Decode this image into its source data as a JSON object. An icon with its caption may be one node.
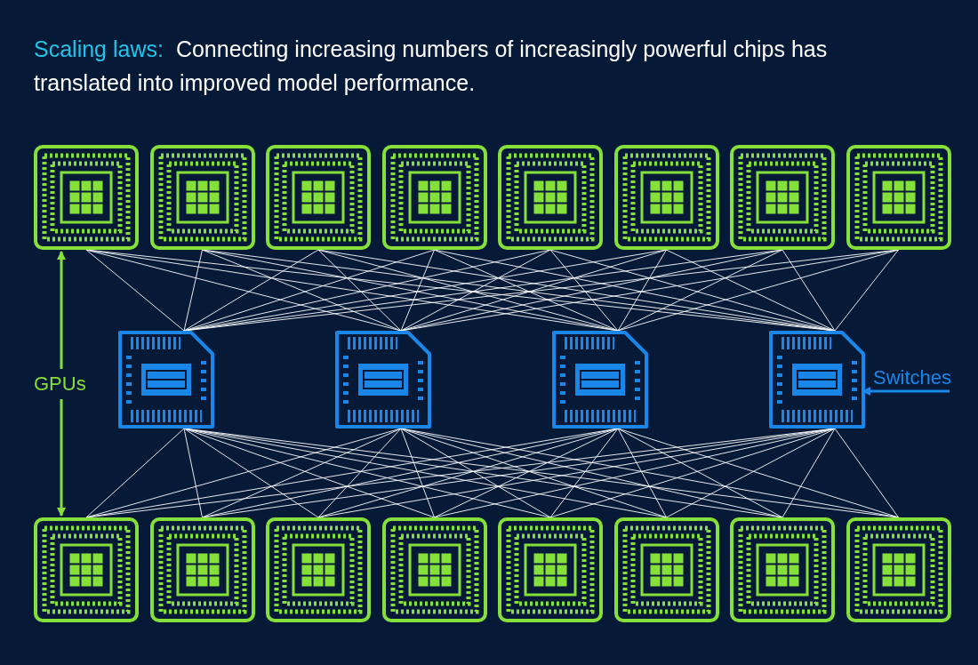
{
  "diagram": {
    "title": "Scaling laws:",
    "caption": "Connecting increasing numbers of increasingly powerful chips has translated into improved model performance.",
    "nodes": [
      {
        "text": [],
        "shape": "chip"
      },
      {
        "text": [],
        "shape": "chip"
      },
      {
        "text": [],
        "shape": "chip"
      },
      {
        "text": [],
        "shape": "chip"
      },
      {
        "text": [],
        "shape": "chip"
      },
      {
        "text": [],
        "shape": "chip"
      },
      {
        "text": [],
        "shape": "chip"
      },
      {
        "text": [],
        "shape": "chip"
      },
      {
        "text": [
          "GPUs"
        ]
      },
      {
        "text": [],
        "shape": "chip"
      },
      {
        "text": [],
        "shape": "chip"
      },
      {
        "text": [],
        "shape": "chip"
      },
      {
        "text": [],
        "shape": "chip"
      },
      {
        "text": [
          "Switches"
        ]
      },
      {
        "text": [],
        "shape": "chip"
      },
      {
        "text": [],
        "shape": "chip"
      },
      {
        "text": [],
        "shape": "chip"
      },
      {
        "text": [],
        "shape": "chip"
      },
      {
        "text": [],
        "shape": "chip"
      },
      {
        "text": [],
        "shape": "chip"
      },
      {
        "text": [],
        "shape": "chip"
      },
      {
        "text": [],
        "shape": "chip"
      }
    ],
    "edges": [
      {
        "from": 8,
        "to": 0,
        "arrow": "to",
        "style": "thick",
        "color": "#86e03a"
      },
      {
        "from": 8,
        "to": 14,
        "arrow": "to",
        "style": "thick",
        "color": "#86e03a"
      },
      {
        "from": 13,
        "to": 12,
        "arrow": "to",
        "style": "thick",
        "color": "#1a86e8"
      },
      {
        "from": 0,
        "to": 9,
        "arrow": "none"
      },
      {
        "from": 0,
        "to": 10,
        "arrow": "none"
      },
      {
        "from": 0,
        "to": 11,
        "arrow": "none"
      },
      {
        "from": 0,
        "to": 12,
        "arrow": "none"
      },
      {
        "from": 1,
        "to": 9,
        "arrow": "none"
      },
      {
        "from": 1,
        "to": 10,
        "arrow": "none"
      },
      {
        "from": 1,
        "to": 11,
        "arrow": "none"
      },
      {
        "from": 1,
        "to": 12,
        "arrow": "none"
      },
      {
        "from": 2,
        "to": 9,
        "arrow": "none"
      },
      {
        "from": 2,
        "to": 10,
        "arrow": "none"
      },
      {
        "from": 2,
        "to": 11,
        "arrow": "none"
      },
      {
        "from": 2,
        "to": 12,
        "arrow": "none"
      },
      {
        "from": 3,
        "to": 9,
        "arrow": "none"
      },
      {
        "from": 3,
        "to": 10,
        "arrow": "none"
      },
      {
        "from": 3,
        "to": 11,
        "arrow": "none"
      },
      {
        "from": 3,
        "to": 12,
        "arrow": "none"
      },
      {
        "from": 4,
        "to": 9,
        "arrow": "none"
      },
      {
        "from": 4,
        "to": 10,
        "arrow": "none"
      },
      {
        "from": 4,
        "to": 11,
        "arrow": "none"
      },
      {
        "from": 4,
        "to": 12,
        "arrow": "none"
      },
      {
        "from": 5,
        "to": 9,
        "arrow": "none"
      },
      {
        "from": 5,
        "to": 10,
        "arrow": "none"
      },
      {
        "from": 5,
        "to": 11,
        "arrow": "none"
      },
      {
        "from": 5,
        "to": 12,
        "arrow": "none"
      },
      {
        "from": 6,
        "to": 9,
        "arrow": "none"
      },
      {
        "from": 6,
        "to": 10,
        "arrow": "none"
      },
      {
        "from": 6,
        "to": 11,
        "arrow": "none"
      },
      {
        "from": 6,
        "to": 12,
        "arrow": "none"
      },
      {
        "from": 7,
        "to": 9,
        "arrow": "none"
      },
      {
        "from": 7,
        "to": 10,
        "arrow": "none"
      },
      {
        "from": 7,
        "to": 11,
        "arrow": "none"
      },
      {
        "from": 7,
        "to": 12,
        "arrow": "none"
      },
      {
        "from": 9,
        "to": 14,
        "arrow": "none"
      },
      {
        "from": 9,
        "to": 15,
        "arrow": "none"
      },
      {
        "from": 9,
        "to": 16,
        "arrow": "none"
      },
      {
        "from": 9,
        "to": 17,
        "arrow": "none"
      },
      {
        "from": 9,
        "to": 18,
        "arrow": "none"
      },
      {
        "from": 9,
        "to": 19,
        "arrow": "none"
      },
      {
        "from": 9,
        "to": 20,
        "arrow": "none"
      },
      {
        "from": 9,
        "to": 21,
        "arrow": "none"
      },
      {
        "from": 10,
        "to": 14,
        "arrow": "none"
      },
      {
        "from": 10,
        "to": 15,
        "arrow": "none"
      },
      {
        "from": 10,
        "to": 16,
        "arrow": "none"
      },
      {
        "from": 10,
        "to": 17,
        "arrow": "none"
      },
      {
        "from": 10,
        "to": 18,
        "arrow": "none"
      },
      {
        "from": 10,
        "to": 19,
        "arrow": "none"
      },
      {
        "from": 10,
        "to": 20,
        "arrow": "none"
      },
      {
        "from": 10,
        "to": 21,
        "arrow": "none"
      },
      {
        "from": 11,
        "to": 14,
        "arrow": "none"
      },
      {
        "from": 11,
        "to": 15,
        "arrow": "none"
      },
      {
        "from": 11,
        "to": 16,
        "arrow": "none"
      },
      {
        "from": 11,
        "to": 17,
        "arrow": "none"
      },
      {
        "from": 11,
        "to": 18,
        "arrow": "none"
      },
      {
        "from": 11,
        "to": 19,
        "arrow": "none"
      },
      {
        "from": 11,
        "to": 20,
        "arrow": "none"
      },
      {
        "from": 11,
        "to": 21,
        "arrow": "none"
      },
      {
        "from": 12,
        "to": 14,
        "arrow": "none"
      },
      {
        "from": 12,
        "to": 15,
        "arrow": "none"
      },
      {
        "from": 12,
        "to": 16,
        "arrow": "none"
      },
      {
        "from": 12,
        "to": 17,
        "arrow": "none"
      },
      {
        "from": 12,
        "to": 18,
        "arrow": "none"
      },
      {
        "from": 12,
        "to": 19,
        "arrow": "none"
      },
      {
        "from": 12,
        "to": 20,
        "arrow": "none"
      },
      {
        "from": 12,
        "to": 21,
        "arrow": "none"
      }
    ]
  }
}
